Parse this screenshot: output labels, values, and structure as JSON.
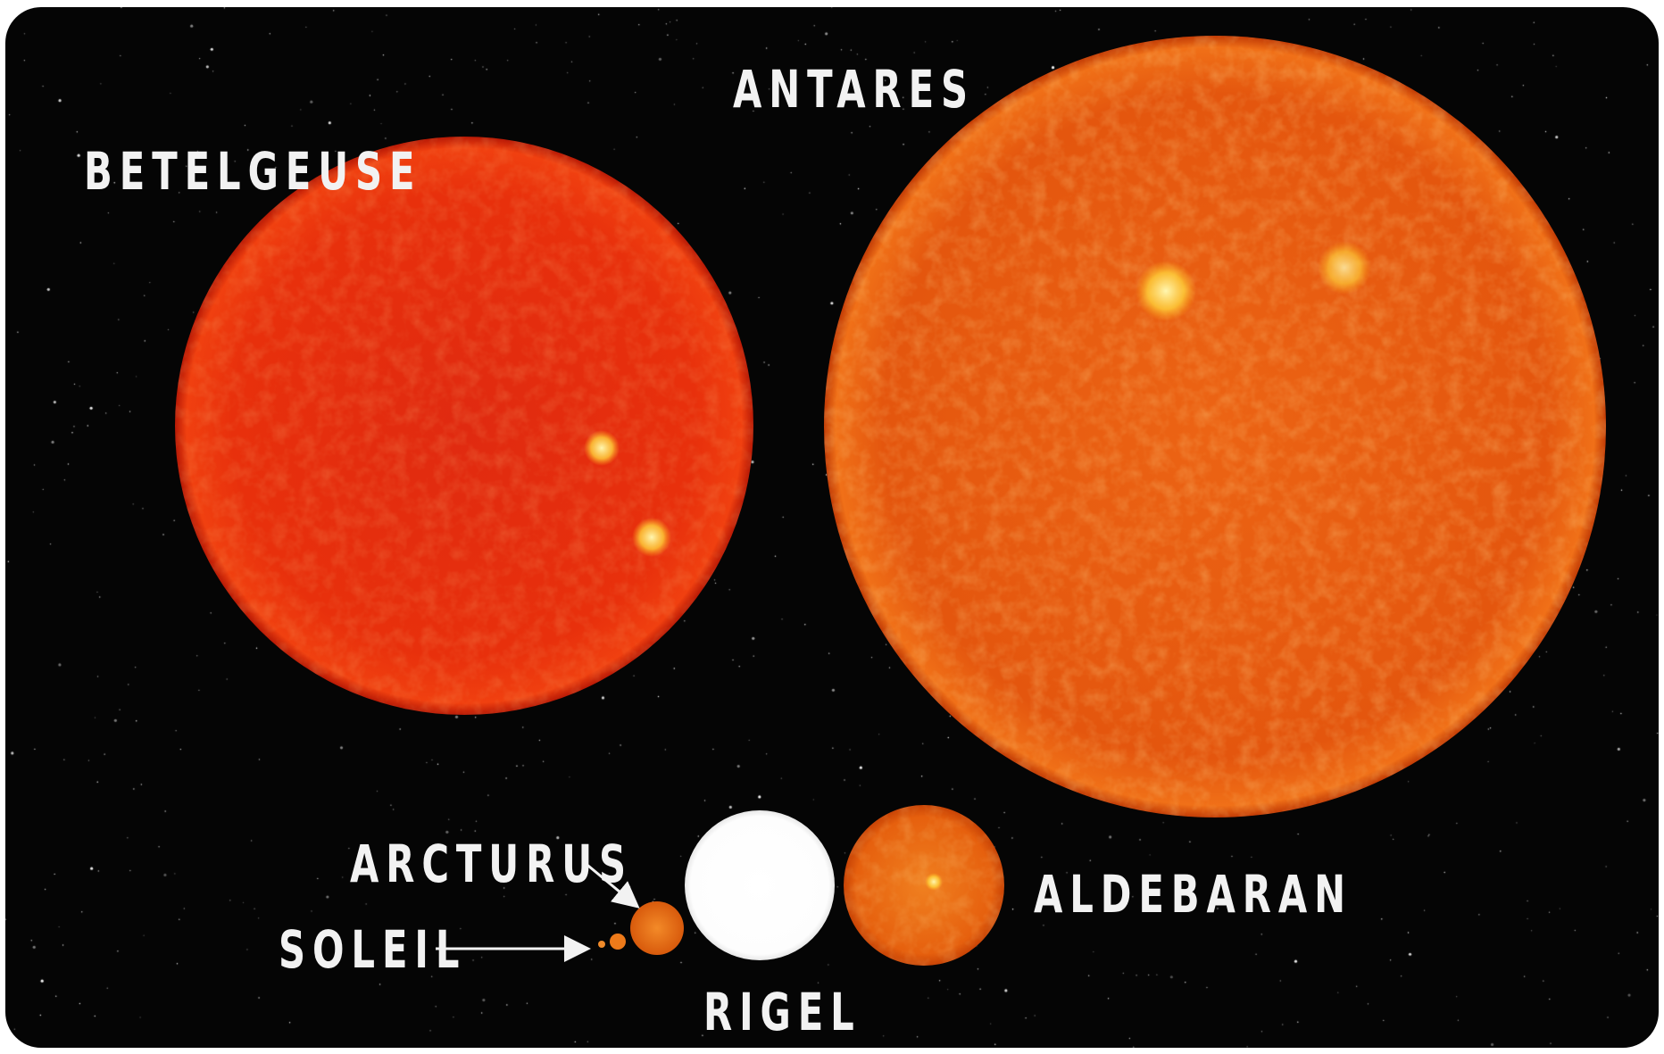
{
  "stars": [
    {
      "key": "betelgeuse",
      "name": "BETELGEUSE",
      "color": "#e52a0c"
    },
    {
      "key": "antares",
      "name": "ANTARES",
      "color": "#e95a10"
    },
    {
      "key": "aldebaran",
      "name": "ALDEBARAN",
      "color": "#e8640e"
    },
    {
      "key": "rigel",
      "name": "RIGEL",
      "color": "#ffffff"
    },
    {
      "key": "arcturus",
      "name": "ARCTURUS",
      "color": "#ea6a12"
    },
    {
      "key": "soleil",
      "name": "SOLEIL",
      "color": "#ee7a1a"
    }
  ],
  "background": "#050505"
}
